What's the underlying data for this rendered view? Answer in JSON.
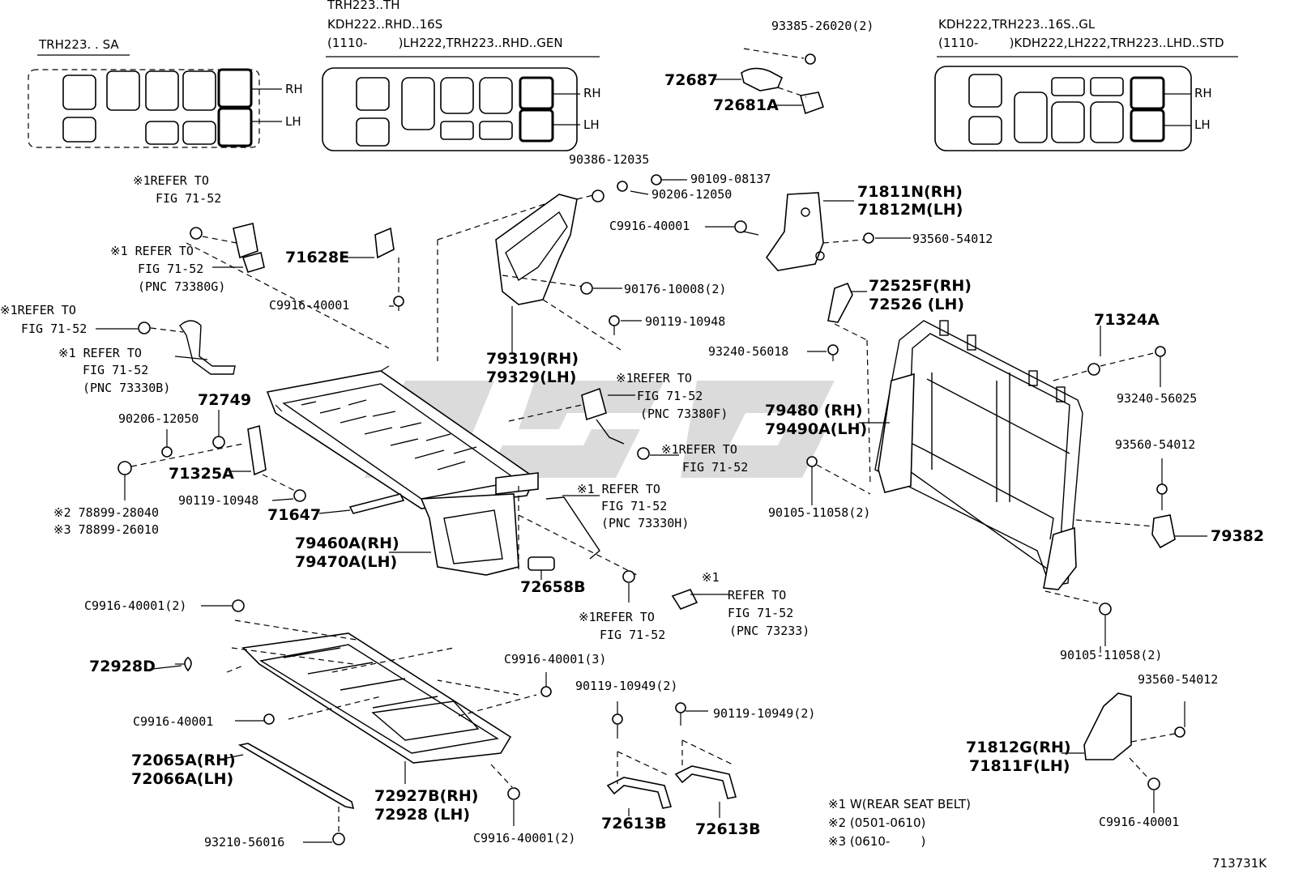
{
  "insets": [
    {
      "title": "TRH223. . SA",
      "rh": "RH",
      "lh": "LH"
    },
    {
      "line1": "TRH223..TH",
      "line2": "KDH222..RHD..16S",
      "line3": "(1110-        )LH222,TRH223..RHD..GEN",
      "rh": "RH",
      "lh": "LH"
    },
    {
      "line1": "KDH222,TRH223..16S..GL",
      "line2": "(1110-        )KDH222,LH222,TRH223..LHD..STD",
      "rh": "RH",
      "lh": "LH"
    }
  ],
  "labels": {
    "p93385": "93385-26020(2)",
    "p72687": "72687",
    "p72681A": "72681A",
    "p90386": "90386-12035",
    "p90109": "90109-08137",
    "p90206a": "90206-12050",
    "c9916a": "C9916-40001",
    "p71811N": "71811N(RH)",
    "p71812M": "71812M(LH)",
    "p93560a": "93560-54012",
    "p71628E": "71628E",
    "c9916b": "C9916-40001",
    "p90176": "90176-10008(2)",
    "p90119a": "90119-10948",
    "p72525F": "72525F(RH)",
    "p72526": "72526 (LH)",
    "p93240a": "93240-56018",
    "p71324A": "71324A",
    "p79319": "79319(RH)",
    "p79329": "79329(LH)",
    "p93240b": "93240-56025",
    "p72749": "72749",
    "p90206b": "90206-12050",
    "p79480": "79480 (RH)",
    "p79490A": "79490A(LH)",
    "p93560b": "93560-54012",
    "p71325A": "71325A",
    "p90105a": "90105-11058(2)",
    "p90119b": "90119-10948",
    "p71647": "71647",
    "p78899a": "※2 78899-28040",
    "p78899b": "※3 78899-26010",
    "p79460A": "79460A(RH)",
    "p79470A": "79470A(LH)",
    "p79382": "79382",
    "p72658B": "72658B",
    "c9916c": "C9916-40001(2)",
    "p90105b": "90105-11058(2)",
    "p72928D": "72928D",
    "c9916d": "C9916-40001(3)",
    "p93560c": "93560-54012",
    "p90119c": "90119-10949(2)",
    "p90119d": "90119-10949(2)",
    "c9916e": "C9916-40001",
    "p71812G": "71812G(RH)",
    "p71811F": "71811F(LH)",
    "p72065A": "72065A(RH)",
    "p72066A": "72066A(LH)",
    "p72927B": "72927B(RH)",
    "p72928": "72928 (LH)",
    "p72613Ba": "72613B",
    "p72613Bb": "72613B",
    "c9916f": "C9916-40001",
    "c9916g": "C9916-40001(2)",
    "p93210": "93210-56016"
  },
  "notes": {
    "r1a": {
      "line1": "※1REFER TO",
      "line2": "FIG 71-52"
    },
    "r1b": {
      "line1": "※1 REFER TO",
      "line2": "FIG 71-52",
      "line3": "(PNC 73380G)"
    },
    "r1c": {
      "line1": "※1REFER TO",
      "line2": "FIG 71-52"
    },
    "r1d": {
      "line1": "※1 REFER TO",
      "line2": "FIG 71-52",
      "line3": "(PNC 73330B)"
    },
    "r1e": {
      "line1": "※1REFER TO",
      "line2": "FIG 71-52",
      "line3": "(PNC 73380F)"
    },
    "r1f": {
      "line1": "※1REFER TO",
      "line2": "FIG 71-52"
    },
    "r1g": {
      "line1": "※1 REFER TO",
      "line2": "FIG 71-52",
      "line3": "(PNC 73330H)"
    },
    "r1h": {
      "mark": "※1",
      "line1": "REFER TO",
      "line2": "FIG 71-52",
      "line3": "(PNC 73233)"
    },
    "r1i": {
      "line1": "※1REFER TO",
      "line2": "FIG 71-52"
    }
  },
  "legend": [
    "※1 W(REAR SEAT BELT)",
    "※2 (0501-0610)",
    "※3 (0610-        )"
  ],
  "figure_number": "713731K"
}
